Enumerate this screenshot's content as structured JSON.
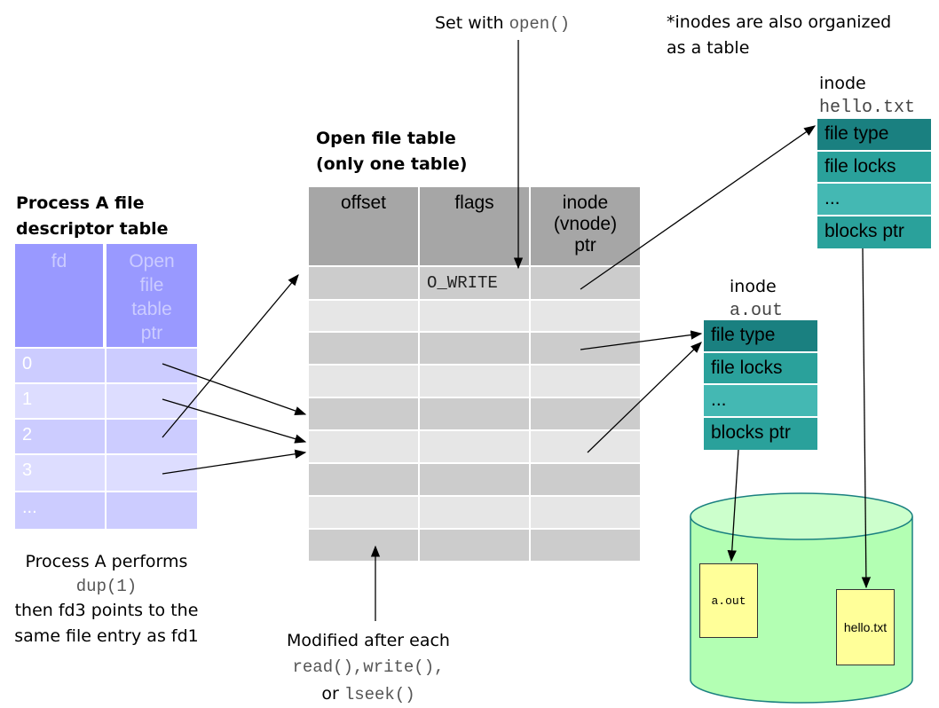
{
  "top_note": {
    "set_with_prefix": "Set with ",
    "set_with_code": "open()",
    "inodes_note_line1": "*inodes are also organized",
    "inodes_note_line2": "as a table"
  },
  "fd_table": {
    "title_line1": "Process A file",
    "title_line2": "descriptor table",
    "columns": [
      "fd",
      "Open file table ptr"
    ],
    "rows": [
      "0",
      "1",
      "2",
      "3",
      "..."
    ]
  },
  "open_file_table": {
    "title_line1": "Open file table",
    "title_line2": "(only one table)",
    "columns": [
      "offset",
      "flags",
      "inode (vnode) ptr"
    ],
    "row0_flags": "O_WRITE"
  },
  "inode_hello": {
    "label": "inode",
    "filename": "hello.txt",
    "fields": [
      "file type",
      "file locks",
      "...",
      "blocks ptr"
    ]
  },
  "inode_aout": {
    "label": "inode",
    "filename": "a.out",
    "fields": [
      "file type",
      "file locks",
      "...",
      "blocks ptr"
    ]
  },
  "disk": {
    "block1": "a.out",
    "block2": "hello.txt"
  },
  "dup_note": {
    "line1": "Process A performs",
    "code": "dup(1)",
    "line3": "then fd3 points to the",
    "line4": "same file entry as fd1"
  },
  "modified_note": {
    "line1": "Modified after each",
    "line2": "read(),write(),",
    "line3_prefix": "or ",
    "line3_code": "lseek()"
  },
  "colors": {
    "table_header": "#a6a6a6",
    "table_row_dark": "#cccccc",
    "table_row_light": "#e6e6e6",
    "fd_header": "#9999ff",
    "fd_row_dark": "#ccccff",
    "fd_row_light": "#ddddff",
    "inode_dark": "#1a8080",
    "inode_mid": "#2aa19b",
    "inode_light": "#44b8b3",
    "disk_fill": "#b3ffb3",
    "disk_top": "#ccffcc",
    "block_fill": "#ffff99"
  }
}
